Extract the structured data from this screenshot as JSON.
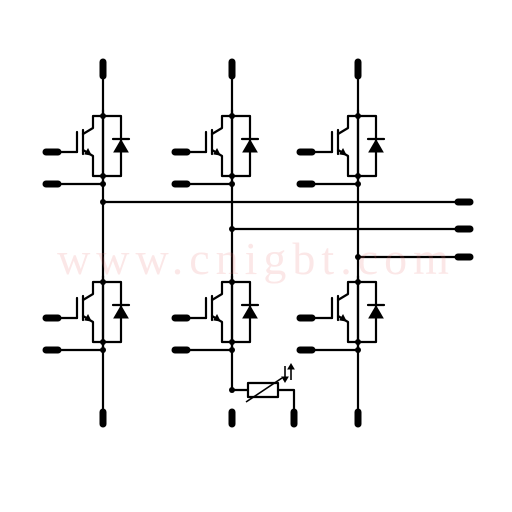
{
  "watermark": {
    "text": "www.cnigbt.com"
  },
  "figure": {
    "type": "IGBT six-pack module schematic with NTC thermistor",
    "legs": 3,
    "switches_per_leg": 2,
    "ntc_arrow_icon": "ntc-arrow-icon",
    "colors": {
      "wire": "#000000",
      "background": "#ffffff",
      "watermark": "#eb7878"
    }
  }
}
